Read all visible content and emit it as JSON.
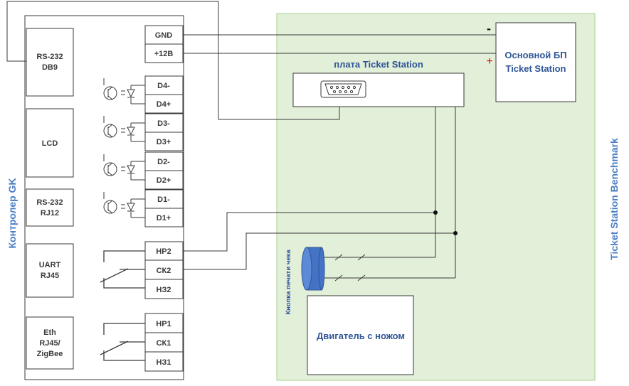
{
  "controller": {
    "title": "Контролер GK",
    "modules": [
      {
        "id": "rs232db9",
        "lines": [
          "RS-232",
          "DB9"
        ]
      },
      {
        "id": "lcd",
        "lines": [
          "LCD"
        ]
      },
      {
        "id": "rs232rj12",
        "lines": [
          "RS-232",
          "RJ12"
        ]
      },
      {
        "id": "uart",
        "lines": [
          "UART",
          "RJ45"
        ]
      },
      {
        "id": "eth",
        "lines": [
          "Eth",
          "RJ45/",
          "ZigBee"
        ]
      }
    ],
    "power_terminals": [
      "GND",
      "+12В"
    ],
    "input_terminals": [
      "D4-",
      "D4+",
      "D3-",
      "D3+",
      "D2-",
      "D2+",
      "D1-",
      "D1+"
    ],
    "relay2_terminals": [
      "НР2",
      "СК2",
      "НЗ2"
    ],
    "relay1_terminals": [
      "НР1",
      "СК1",
      "НЗ1"
    ]
  },
  "benchmark": {
    "title": "Ticket Station Benchmark",
    "board_label": "плата Ticket Station",
    "psu_label": [
      "Основной БП",
      "Ticket Station"
    ],
    "psu_minus": "-",
    "psu_plus": "+",
    "button_label": "Кнопка печати чека",
    "motor_label": "Двигатель с ножом"
  },
  "colors": {
    "green_zone": "#e2efd9",
    "green_border": "#a9d18e",
    "line": "#3a3a3a",
    "blue_text": "#2f5597",
    "plus_red": "#e00000"
  }
}
